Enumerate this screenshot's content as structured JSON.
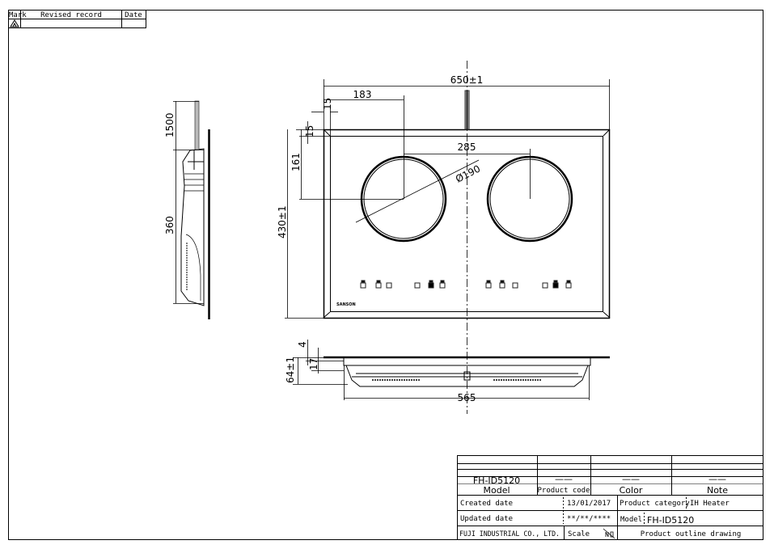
{
  "revision_table": {
    "headers": [
      "Mark",
      "Revised record",
      "Date"
    ],
    "rows": [
      {
        "mark_icon": "warning-triangle-icon",
        "record": "",
        "date": ""
      }
    ]
  },
  "dimensions": {
    "overall_width": "650±1",
    "left_offset": "183",
    "edge_h": "15",
    "edge_v": "15",
    "burner_spacing": "285",
    "burner_diameter": "Ø190",
    "burner_from_top": "161",
    "overall_depth": "430±1",
    "cord_length": "1500",
    "body_depth": "360",
    "glass_thickness": "4",
    "rim_height": "17",
    "total_height": "64±1",
    "body_width": "565"
  },
  "brand_logo": "SANSON",
  "title_block": {
    "model_value": "FH-ID5120",
    "product_code_value": "——",
    "color_value": "——",
    "note_value": "——",
    "headers": [
      "Model",
      "Product code",
      "Color",
      "Note"
    ],
    "created_label": "Created date",
    "created_value": "13/01/2017",
    "updated_label": "Updated date",
    "updated_value": "**/**/****",
    "category_label": "Product category",
    "category_value": "IH Heater",
    "model_label": "Model",
    "model_big": "FH-ID5120",
    "company": "FUJI INDUSTRIAL CO., LTD.",
    "scale_label": "Scale",
    "drawing_title": "Product outline drawing"
  }
}
